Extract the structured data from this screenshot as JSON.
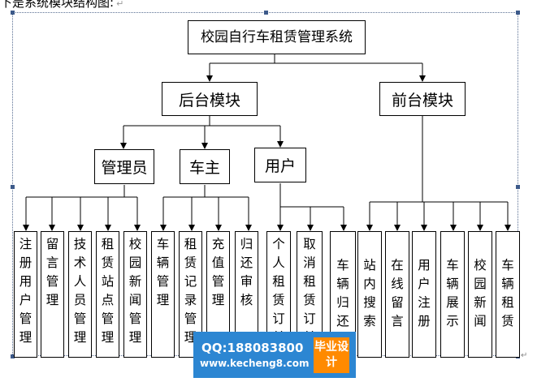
{
  "caption": {
    "text": "下是系统模块结构图:",
    "mark": "↵"
  },
  "root": {
    "label": "校园自行车租赁管理系统"
  },
  "modules": {
    "backend": {
      "label": "后台模块"
    },
    "frontend": {
      "label": "前台模块"
    }
  },
  "roles": {
    "admin": {
      "label": "管理员"
    },
    "owner": {
      "label": "车主"
    },
    "user": {
      "label": "用户"
    }
  },
  "leaves": {
    "admin": [
      "注册用户管理",
      "留言管理",
      "技术人员管理",
      "租赁站点管理",
      "校园新闻管理"
    ],
    "owner": [
      "车辆管理",
      "租赁记录管理",
      "充值管理",
      "归还审核"
    ],
    "user": [
      "个人租赁订单",
      "取消租赁订单",
      "车辆归还"
    ],
    "frontend": [
      "站内搜索",
      "在线留言",
      "用户注册",
      "车辆展示",
      "校园新闻",
      "车辆租赁"
    ]
  },
  "watermark": {
    "qq": "QQ:188083800",
    "url": "www.kecheng8.com",
    "badge": "毕业设计"
  },
  "end_mark": "↵"
}
